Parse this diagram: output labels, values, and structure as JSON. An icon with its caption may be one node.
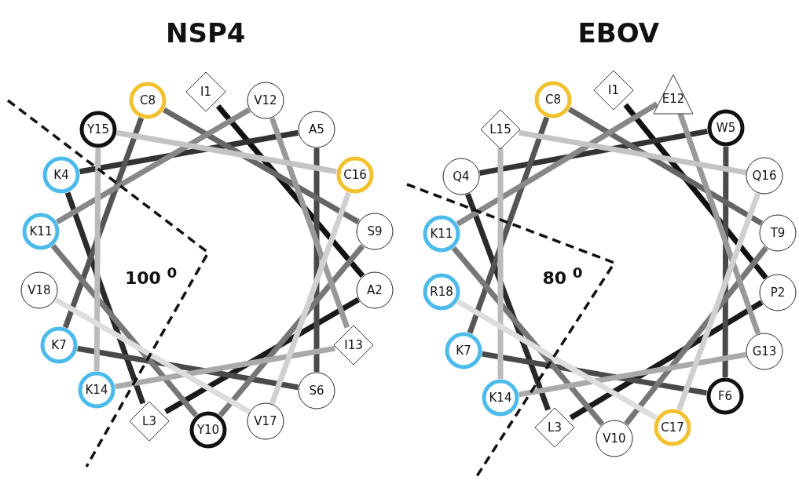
{
  "diagram": {
    "nodes": [
      {
        "text": [
          "I1"
        ]
      },
      {
        "text": [
          "A2"
        ]
      },
      {
        "text": [
          "L3"
        ]
      },
      {
        "text": [
          "K4"
        ]
      },
      {
        "text": [
          "A5"
        ]
      },
      {
        "text": [
          "S6"
        ]
      },
      {
        "text": [
          "K7"
        ]
      },
      {
        "text": [
          "C8"
        ]
      },
      {
        "text": [
          "S9"
        ]
      },
      {
        "text": [
          "Y10"
        ]
      },
      {
        "text": [
          "K11"
        ]
      },
      {
        "text": [
          "V12"
        ]
      },
      {
        "text": [
          "I13"
        ]
      },
      {
        "text": [
          "K14"
        ]
      },
      {
        "text": [
          "Y15"
        ]
      },
      {
        "text": [
          "C16"
        ]
      },
      {
        "text": [
          "V17"
        ]
      },
      {
        "text": [
          "V18"
        ]
      },
      {
        "text": [
          "I1"
        ]
      },
      {
        "text": [
          "P2"
        ]
      },
      {
        "text": [
          "L3"
        ]
      },
      {
        "text": [
          "Q4"
        ]
      },
      {
        "text": [
          "W5"
        ]
      },
      {
        "text": [
          "F6"
        ]
      },
      {
        "text": [
          "K7"
        ]
      },
      {
        "text": [
          "C8"
        ]
      },
      {
        "text": [
          "T9"
        ]
      },
      {
        "text": [
          "V10"
        ]
      },
      {
        "text": [
          "K11"
        ]
      },
      {
        "text": [
          "E12"
        ]
      },
      {
        "text": [
          "G13"
        ]
      },
      {
        "text": [
          "K14"
        ]
      },
      {
        "text": [
          "L15"
        ]
      },
      {
        "text": [
          "Q16"
        ]
      },
      {
        "text": [
          "C17"
        ]
      },
      {
        "text": [
          "R18"
        ]
      }
    ],
    "edges": [
      {
        "from": 0,
        "to": 1,
        "arrow": "none",
        "color": "#111111"
      },
      {
        "from": 1,
        "to": 2,
        "arrow": "none",
        "color": "#1a1a1a"
      },
      {
        "from": 2,
        "to": 3,
        "arrow": "none",
        "color": "#2a2a2a"
      },
      {
        "from": 3,
        "to": 4,
        "arrow": "none",
        "color": "#333333"
      },
      {
        "from": 4,
        "to": 5,
        "arrow": "none",
        "color": "#4a4a4a"
      },
      {
        "from": 5,
        "to": 6,
        "arrow": "none",
        "color": "#4a4a4a"
      },
      {
        "from": 6,
        "to": 7,
        "arrow": "none",
        "color": "#555555"
      },
      {
        "from": 7,
        "to": 8,
        "arrow": "none",
        "color": "#666666"
      },
      {
        "from": 8,
        "to": 9,
        "arrow": "none",
        "color": "#777777"
      },
      {
        "from": 9,
        "to": 10,
        "arrow": "none",
        "color": "#777777"
      },
      {
        "from": 10,
        "to": 11,
        "arrow": "none",
        "color": "#888888"
      },
      {
        "from": 11,
        "to": 12,
        "arrow": "none",
        "color": "#999999"
      },
      {
        "from": 12,
        "to": 13,
        "arrow": "none",
        "color": "#aaaaaa"
      },
      {
        "from": 13,
        "to": 14,
        "arrow": "none",
        "color": "#bbbbbb"
      },
      {
        "from": 14,
        "to": 15,
        "arrow": "none",
        "color": "#c4c4c4"
      },
      {
        "from": 15,
        "to": 16,
        "arrow": "none",
        "color": "#d0d0d0"
      },
      {
        "from": 16,
        "to": 17,
        "arrow": "none",
        "color": "#dddddd"
      },
      {
        "from": 18,
        "to": 19,
        "arrow": "none",
        "color": "#111111"
      },
      {
        "from": 19,
        "to": 20,
        "arrow": "none",
        "color": "#1a1a1a"
      },
      {
        "from": 20,
        "to": 21,
        "arrow": "none",
        "color": "#2a2a2a"
      },
      {
        "from": 21,
        "to": 22,
        "arrow": "none",
        "color": "#333333"
      },
      {
        "from": 22,
        "to": 23,
        "arrow": "none",
        "color": "#4a4a4a"
      },
      {
        "from": 23,
        "to": 24,
        "arrow": "none",
        "color": "#4a4a4a"
      },
      {
        "from": 24,
        "to": 25,
        "arrow": "none",
        "color": "#555555"
      },
      {
        "from": 25,
        "to": 26,
        "arrow": "none",
        "color": "#666666"
      },
      {
        "from": 26,
        "to": 27,
        "arrow": "none",
        "color": "#777777"
      },
      {
        "from": 27,
        "to": 28,
        "arrow": "none",
        "color": "#777777"
      },
      {
        "from": 28,
        "to": 29,
        "arrow": "none",
        "color": "#888888"
      },
      {
        "from": 29,
        "to": 30,
        "arrow": "none",
        "color": "#999999"
      },
      {
        "from": 30,
        "to": 31,
        "arrow": "none",
        "color": "#aaaaaa"
      },
      {
        "from": 31,
        "to": 32,
        "arrow": "none",
        "color": "#bbbbbb"
      },
      {
        "from": 32,
        "to": 33,
        "arrow": "none",
        "color": "#c4c4c4"
      },
      {
        "from": 33,
        "to": 34,
        "arrow": "none",
        "color": "#d0d0d0"
      },
      {
        "from": 34,
        "to": 35,
        "arrow": "none",
        "color": "#dddddd"
      }
    ],
    "labels": [
      "NSP4",
      "EBOV",
      "100 $^{0}$",
      "80 $^{0}$"
    ]
  }
}
